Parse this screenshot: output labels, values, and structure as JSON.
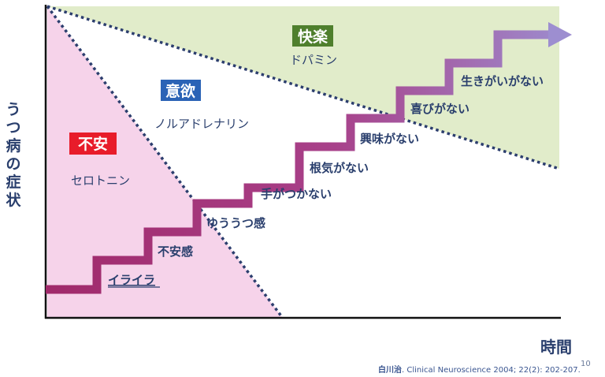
{
  "axes": {
    "y_label": "うつ病の症状",
    "x_label": "時間"
  },
  "regions": {
    "pleasure": {
      "title": "快楽",
      "neurotransmitter": "ドパミン",
      "fill": "#e1ecca",
      "badge_color": "#4f7f2d"
    },
    "motivation": {
      "title": "意欲",
      "neurotransmitter": "ノルアドレナリン",
      "fill": "#ffffff",
      "badge_color": "#2b63b6"
    },
    "anxiety": {
      "title": "不安",
      "neurotransmitter": "セロトニン",
      "fill": "#f6d3ea",
      "badge_color": "#e81c2a"
    }
  },
  "steps": [
    {
      "label": "イライラ",
      "underlined": true
    },
    {
      "label": "不安感",
      "underlined": false
    },
    {
      "label": "ゆううつ感",
      "underlined": false
    },
    {
      "label": "手がつかない",
      "underlined": false
    },
    {
      "label": "根気がない",
      "underlined": false
    },
    {
      "label": "興味がない",
      "underlined": false
    },
    {
      "label": "喜びがない",
      "underlined": false
    },
    {
      "label": "生きがいがない",
      "underlined": false
    }
  ],
  "colors": {
    "text": "#2a3f6d",
    "stair_start": "#a0296a",
    "stair_end": "#9d8ed0",
    "dotted_line": "#2c3e6e"
  },
  "citation": {
    "author": "白川治",
    "text": ". Clinical Neuroscience 2004; 22(2): 202-207."
  },
  "page_number": "10"
}
